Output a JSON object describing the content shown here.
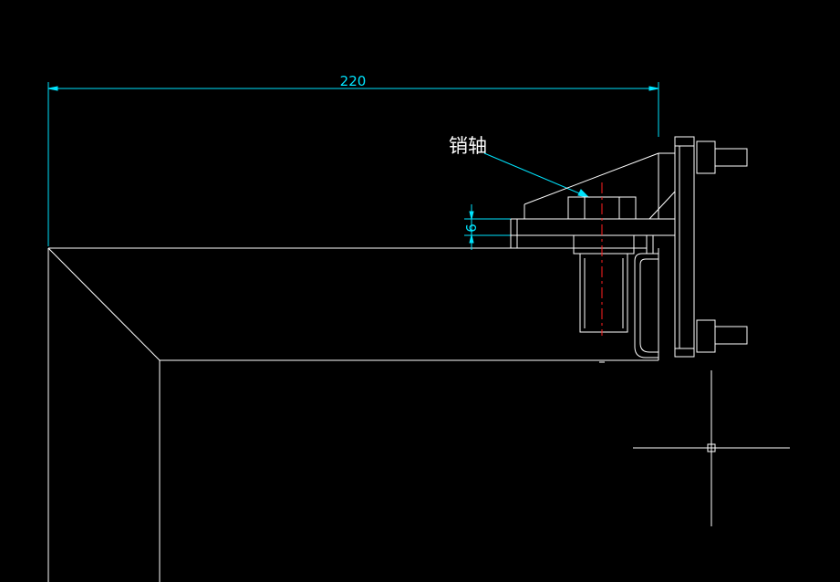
{
  "drawing": {
    "dimension_width": "220",
    "dimension_gap": "6",
    "part_label": "销轴"
  },
  "colors": {
    "background": "#000000",
    "outline": "#ffffff",
    "dimension": "#00e5ff",
    "centerline": "#ff2020"
  }
}
